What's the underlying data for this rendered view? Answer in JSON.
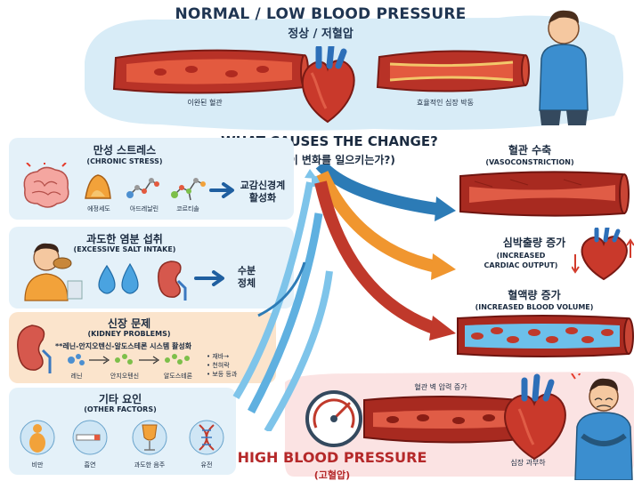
{
  "top": {
    "title": "NORMAL / LOW BLOOD PRESSURE",
    "subtitle": "정상 / 저혈압",
    "label_relaxed": "이완된 혈관",
    "label_efficient": "효율적인 심장 박동"
  },
  "center": {
    "question": "WHAT CAUSES THE CHANGE?",
    "question_ko": "(무엇이 변화를 일으키는가?)"
  },
  "stress": {
    "title": "만성 스트레스",
    "subtitle": "(CHRONIC STRESS)",
    "items": [
      "에정세도",
      "아드레날린",
      "코르티솔"
    ],
    "result": "교감신경계\n활성화"
  },
  "salt": {
    "title": "과도한 염분 섭취",
    "subtitle": "(EXCESSIVE SALT INTAKE)",
    "result": "수분\n정체"
  },
  "kidney": {
    "title": "신장 문제",
    "subtitle": "(KIDNEY PROBLEMS)",
    "system": "**레닌-안지오텐신-알도스테론 시스템 활성화",
    "items": [
      "레닌",
      "안지오텐신",
      "알도스테론"
    ],
    "effects": [
      "• 재바→",
      "• 천혀락",
      "• 보등 등과"
    ]
  },
  "other": {
    "title": "기타 요인",
    "subtitle": "(OTHER FACTORS)",
    "items": [
      "비만",
      "흡연",
      "과도한 음주",
      "유전"
    ]
  },
  "right": {
    "vaso_title": "혈관 수축",
    "vaso_sub": "(VASOCONSTRICTION)",
    "cardiac_title": "심박출량 증가",
    "cardiac_sub1": "(INCREASED",
    "cardiac_sub2": "CARDIAC OUTPUT)",
    "volume_title": "혈액량 증가",
    "volume_sub": "(INCREASED BLOOD VOLUME)"
  },
  "high": {
    "wall_label": "혈관 벽 압력 증가",
    "heart_label": "심장 과부하",
    "title": "HIGH BLOOD PRESSURE",
    "subtitle": "(고혈압)"
  },
  "colors": {
    "top_bg": "#d8ecf7",
    "stress_bg": "#e4f1f9",
    "salt_bg": "#e4f1f9",
    "kidney_bg": "#fbe4cc",
    "other_bg": "#e4f1f9",
    "high_bg": "#fbe3e3",
    "artery": "#c0392b",
    "arrow_blue": "#2c7bb6",
    "arrow_orange": "#f0962f",
    "arrow_red": "#c0392b"
  }
}
